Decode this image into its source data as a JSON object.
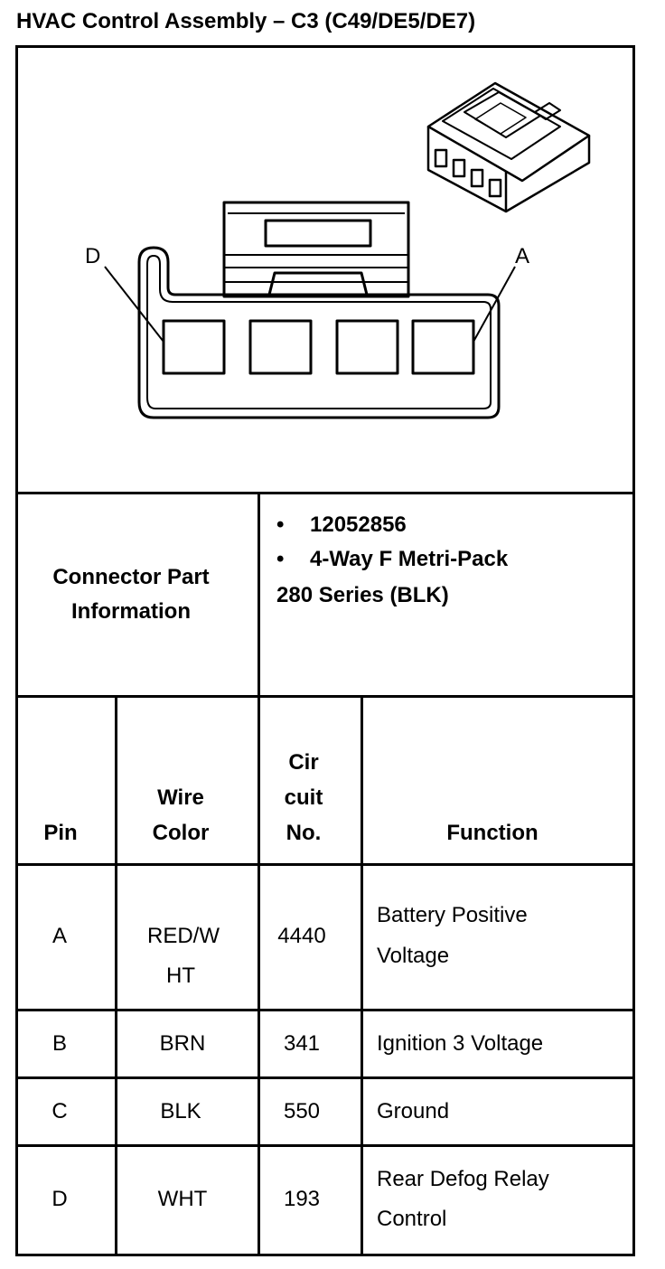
{
  "title": "HVAC Control Assembly – C3 (C49/DE5/DE7)",
  "diagram": {
    "pin_label_left": "D",
    "pin_label_right": "A"
  },
  "connector_info": {
    "label_line1": "Connector Part",
    "label_line2": "Information",
    "bullet": "•",
    "part_number": "12052856",
    "description_line1": "4-Way F Metri-Pack",
    "description_line2": "280 Series (BLK)"
  },
  "table": {
    "headers": {
      "pin": "Pin",
      "wire_color_line1": "Wire",
      "wire_color_line2": "Color",
      "circuit_line1": "Cir",
      "circuit_line2": "cuit",
      "circuit_line3": "No.",
      "function": "Function"
    },
    "rows": [
      {
        "pin": "A",
        "wire_line1": "RED/W",
        "wire_line2": "HT",
        "circuit": "4440",
        "function_line1": "Battery Positive",
        "function_line2": "Voltage"
      },
      {
        "pin": "B",
        "wire_line1": "BRN",
        "circuit": "341",
        "function_line1": "Ignition 3 Voltage"
      },
      {
        "pin": "C",
        "wire_line1": "BLK",
        "circuit": "550",
        "function_line1": "Ground"
      },
      {
        "pin": "D",
        "wire_line1": "WHT",
        "circuit": "193",
        "function_line1": "Rear Defog Relay",
        "function_line2": "Control"
      }
    ]
  }
}
